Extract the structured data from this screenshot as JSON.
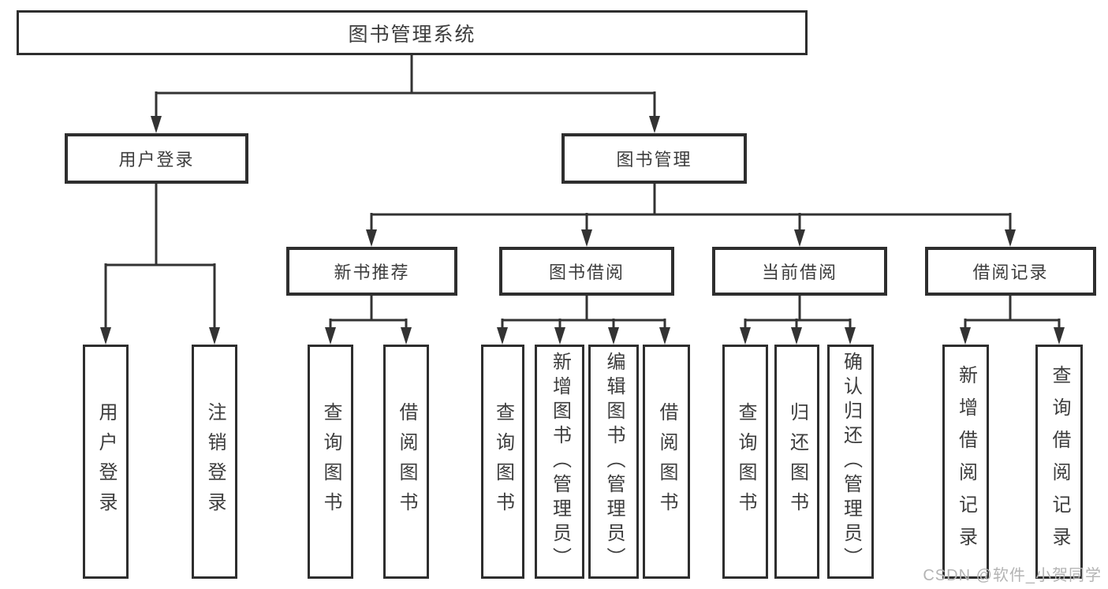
{
  "tree": {
    "label": "图书管理系统",
    "children": [
      {
        "label": "用户登录",
        "children": [
          {
            "label": "用户登录"
          },
          {
            "label": "注销登录"
          }
        ]
      },
      {
        "label": "图书管理",
        "children": [
          {
            "label": "新书推荐",
            "children": [
              {
                "label": "查询图书"
              },
              {
                "label": "借阅图书"
              }
            ]
          },
          {
            "label": "图书借阅",
            "children": [
              {
                "label": "查询图书"
              },
              {
                "label": "新增图书（管理员）"
              },
              {
                "label": "编辑图书（管理员）"
              },
              {
                "label": "借阅图书"
              }
            ]
          },
          {
            "label": "当前借阅",
            "children": [
              {
                "label": "查询图书"
              },
              {
                "label": "归还图书"
              },
              {
                "label": "确认归还（管理员）"
              }
            ]
          },
          {
            "label": "借阅记录",
            "children": [
              {
                "label": "新增借阅记录"
              },
              {
                "label": "查询借阅记录"
              }
            ]
          }
        ]
      }
    ]
  },
  "watermark": "CSDN @软件_小贺同学",
  "colors": {
    "line": "#333333",
    "box_border": "#2e2e2e",
    "text": "#3d3d3d",
    "watermark": "#b4b4b4",
    "background": "#ffffff"
  }
}
